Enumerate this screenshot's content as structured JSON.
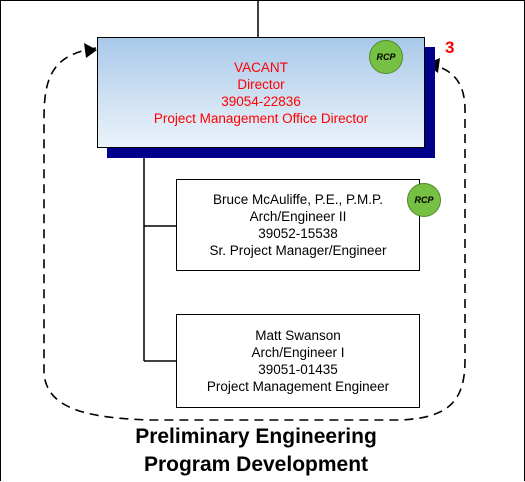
{
  "director": {
    "name": "VACANT",
    "title": "Director",
    "position_id": "39054-22836",
    "role": "Project Management Office Director",
    "badge": "RCP"
  },
  "reports": [
    {
      "name": "Bruce McAuliffe, P.E., P.M.P.",
      "title": "Arch/Engineer II",
      "position_id": "39052-15538",
      "role": "Sr. Project Manager/Engineer",
      "badge": "RCP"
    },
    {
      "name": "Matt Swanson",
      "title": "Arch/Engineer I",
      "position_id": "39051-01435",
      "role": "Project Management Engineer"
    }
  ],
  "group": {
    "count": "3",
    "label_line1": "Preliminary Engineering",
    "label_line2": "Program Development"
  },
  "colors": {
    "director_text": "#ff0000",
    "badge_fill": "#76c043",
    "shadow": "#00008b",
    "count_text": "#ff0000"
  }
}
